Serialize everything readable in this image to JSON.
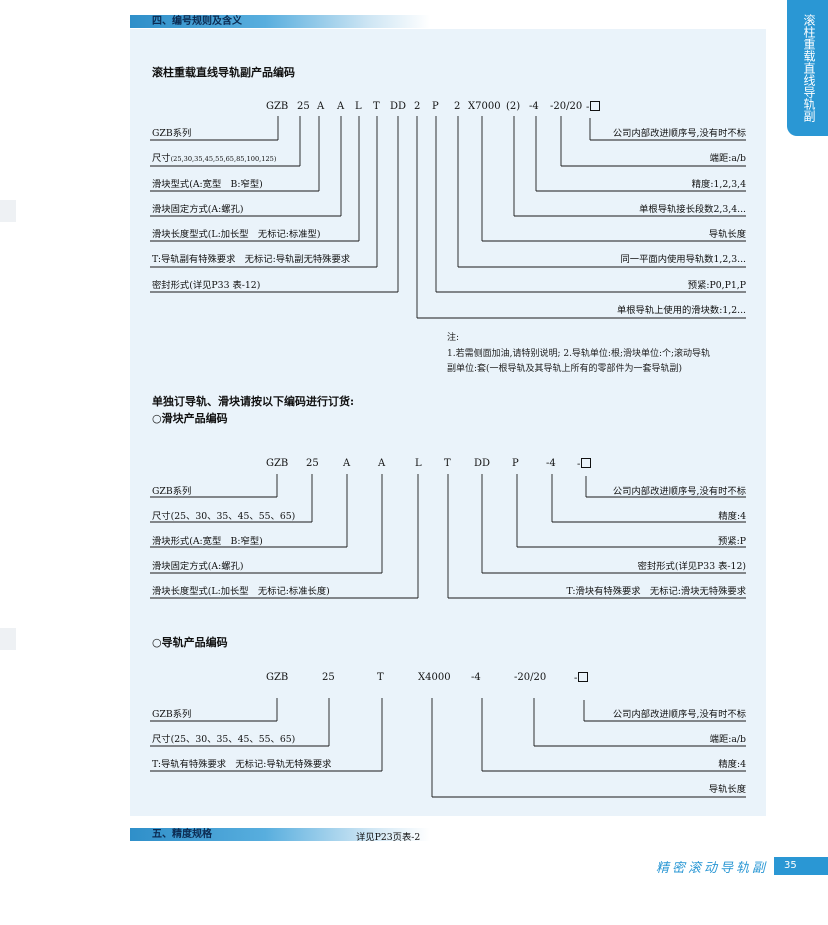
{
  "side_tab": "滚柱重载直线导轨副",
  "section4_title": "四、编号规则及含义",
  "section5_title": "五、精度规格",
  "section5_ref": "详见P23页表-2",
  "footer_title": "精密滚动导轨副",
  "page_number": "35",
  "block1": {
    "heading": "滚柱重载直线导轨副产品编码",
    "codes": [
      "GZB",
      "25",
      "A",
      "A",
      "L",
      "T",
      "DD",
      "2",
      "P",
      "2",
      "X7000",
      "(2)",
      "-4",
      "-20/20",
      "-"
    ],
    "left_labels": [
      "GZB系列",
      "尺寸",
      "(25,30,35,45,55,65,85,100,125)",
      "滑块型式(A:宽型　B:窄型)",
      "滑块固定方式(A:螺孔)",
      "滑块长度型式(L:加长型　无标记:标准型)",
      "T:导轨副有特殊要求　无标记:导轨副无特殊要求",
      "密封形式(详见P33 表-12)"
    ],
    "right_labels": [
      "公司内部改进顺序号,没有时不标",
      "端距:a/b",
      "精度:1,2,3,4",
      "单根导轨接长段数2,3,4...",
      "导轨长度",
      "同一平面内使用导轨数1,2,3...",
      "预紧:P0,P1,P",
      "单根导轨上使用的滑块数:1,2..."
    ],
    "note_title": "注:",
    "note_line1": "1.若需侧面加油,请特别说明; 2.导轨单位:根;滑块单位:个;滚动导轨",
    "note_line2": "副单位:套(一根导轨及其导轨上所有的零部件为一套导轨副)"
  },
  "order_heading": "单独订导轨、滑块请按以下编码进行订货:",
  "block2": {
    "heading": "○滑块产品编码",
    "codes": [
      "GZB",
      "25",
      "A",
      "A",
      "L",
      "T",
      "DD",
      "P",
      "-4",
      "-"
    ],
    "left_labels": [
      "GZB系列",
      "尺寸(25、30、35、45、55、65)",
      "滑块形式(A:宽型　B:窄型)",
      "滑块固定方式(A:螺孔)",
      "滑块长度型式(L:加长型　无标记:标准长度)"
    ],
    "right_labels": [
      "公司内部改进顺序号,没有时不标",
      "精度:4",
      "预紧:P",
      "密封形式(详见P33 表-12)",
      "T:滑块有特殊要求　无标记:滑块无特殊要求"
    ]
  },
  "block3": {
    "heading": "○导轨产品编码",
    "codes": [
      "GZB",
      "25",
      "T",
      "X4000",
      "-4",
      "-20/20",
      "-"
    ],
    "left_labels": [
      "GZB系列",
      "尺寸(25、30、35、45、55、65)",
      "T:导轨有特殊要求　无标记:导轨无特殊要求"
    ],
    "right_labels": [
      "公司内部改进顺序号,没有时不标",
      "端距:a/b",
      "精度:4",
      "导轨长度"
    ]
  }
}
